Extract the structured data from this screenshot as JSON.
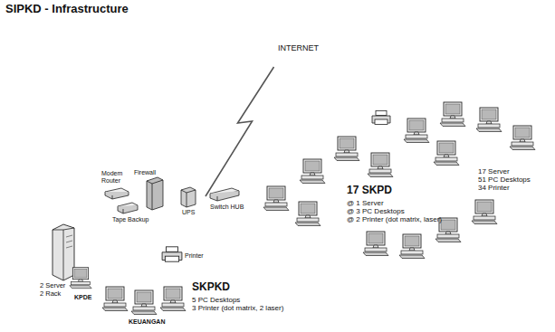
{
  "diagram": {
    "title": "SIPKD - Infrastructure",
    "nodes": [
      {
        "text": [
          "INTERNET"
        ]
      },
      {
        "text": [
          "SKPKD",
          "5 PC Desktops",
          "3 Printer (dot matrix, 2 laser)"
        ]
      },
      {
        "text": [
          "17 SKPD",
          "@ 1 Server",
          "@ 3 PC Desktops",
          "@ 2 Printer (dot matrix, laser)",
          "17 Server",
          "51 PC Desktops",
          "34 Printer"
        ]
      }
    ],
    "edges": [
      {
        "from": 0,
        "to": 1,
        "arrow": "none"
      }
    ],
    "labels": [
      "2 Server",
      "2 Rack",
      "KPDE",
      "Modem Router",
      "Firewall",
      "UPS",
      "Tape Backup",
      "Switch HUB",
      "Printer",
      "KEUANGAN"
    ]
  }
}
